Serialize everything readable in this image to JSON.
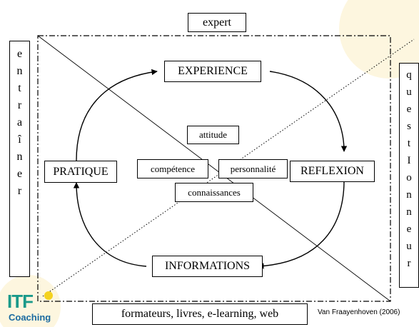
{
  "diagram": {
    "top_label": "expert",
    "bottom_label": "formateurs, livres, e-learning, web",
    "left_label": "entraîner",
    "right_label": "questionneur",
    "left_letters": [
      "e",
      "n",
      "t",
      "r",
      "a",
      "î",
      "n",
      "e",
      "r"
    ],
    "right_letters": [
      "q",
      "u",
      "e",
      "s",
      "t",
      "I",
      "o",
      "n",
      "n",
      "e",
      "u",
      "r"
    ],
    "nodes": {
      "experience": "EXPERIENCE",
      "pratique": "PRATIQUE",
      "reflexion": "REFLEXION",
      "informations": "INFORMATIONS"
    },
    "inner": {
      "attitude": "attitude",
      "competence": "compétence",
      "personnalite": "personnalité",
      "connaissances": "connaissances"
    }
  },
  "logo": {
    "itf": "ITF",
    "coaching": "Coaching"
  },
  "citation": {
    "author": "Van Fraayenhoven",
    "year": "(2006)"
  },
  "colors": {
    "accent_bg": "#fdf6df",
    "logo_green": "#1a9a8a",
    "logo_blue": "#1a6aa0",
    "logo_ball": "#f4d21f"
  }
}
